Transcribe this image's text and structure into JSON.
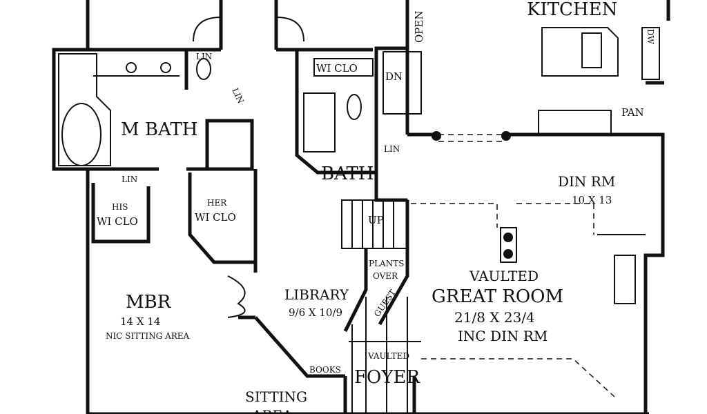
{
  "rooms": {
    "kitchen": "KITCHEN",
    "open": "OPEN",
    "wi_clo_top": "WI CLO",
    "dn": "DN",
    "dw": "DW",
    "pan": "PAN",
    "lin_top": "LIN",
    "lin_hall": "LIN",
    "lin_bath": "LIN",
    "lin_mbath": "LIN",
    "m_bath": "M BATH",
    "bath": "BATH",
    "his": "HIS",
    "his_wi_clo": "WI CLO",
    "her": "HER",
    "her_wi_clo": "WI CLO",
    "up": "UP",
    "din_rm": "DIN RM",
    "din_rm_size": "10 X 13",
    "great_room_vaulted": "VAULTED",
    "great_room": "GREAT ROOM",
    "great_room_size": "21/8 X 23/4",
    "great_room_note": "INC DIN RM",
    "plants": "PLANTS",
    "over": "OVER",
    "guest": "GUEST",
    "library": "LIBRARY",
    "library_size": "9/6 X 10/9",
    "mbr": "MBR",
    "mbr_size": "14 X 14",
    "mbr_note": "NIC SITTING AREA",
    "books": "BOOKS",
    "foyer_vaulted": "VAULTED",
    "foyer": "FOYER",
    "sitting": "SITTING",
    "area": "AREA"
  }
}
